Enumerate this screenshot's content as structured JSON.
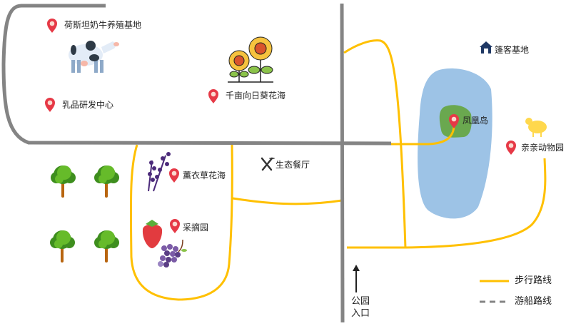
{
  "colors": {
    "road": "#848484",
    "walk": "#FFC000",
    "lake": "#9DC3E6",
    "island": "#6AA84F",
    "pin": "#E63946",
    "text": "#222222"
  },
  "places": {
    "dairy_farm": "荷斯坦奶牛养殖基地",
    "dairy_rd": "乳品研发中心",
    "sunflower": "千亩向日葵花海",
    "lavender": "薰衣草花海",
    "picking": "采摘园",
    "restaurant": "生态餐厅",
    "island": "凤凰岛",
    "camp": "篷客基地",
    "zoo": "亲亲动物园"
  },
  "entrance": {
    "line1": "公园",
    "line2": "入口"
  },
  "legend": {
    "walk": "步行路线",
    "boat": "游船路线"
  }
}
